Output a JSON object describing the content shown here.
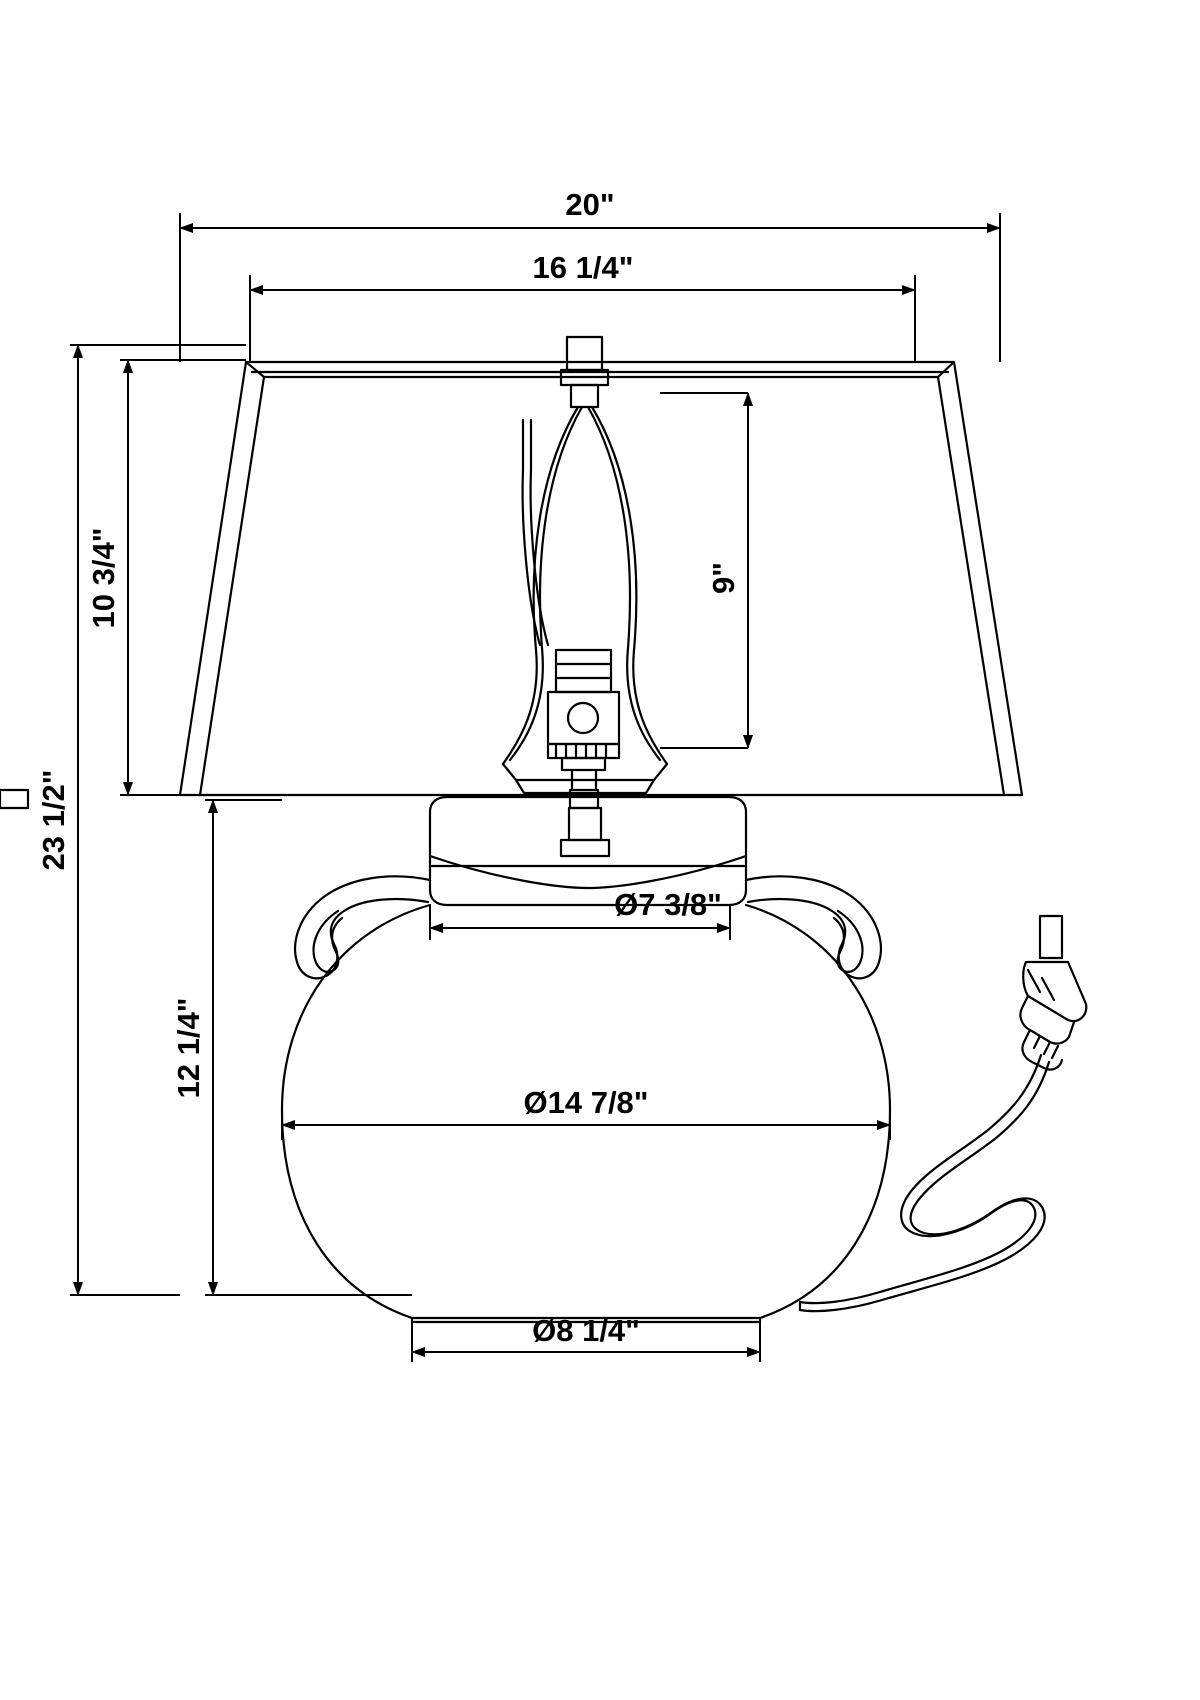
{
  "drawing": {
    "type": "dimensioned-technical-drawing",
    "subject": "table-lamp",
    "units": "inches",
    "background_color": "#ffffff",
    "line_color": "#000000"
  },
  "dimensions": {
    "shade_bottom_width": "20\"",
    "shade_top_width": "16 1/4\"",
    "overall_height": "23 1/2\"",
    "shade_height": "10 3/4\"",
    "harp_height": "9\"",
    "base_height": "12 1/4\"",
    "neck_diameter": "Ø7 3/8\"",
    "body_diameter": "Ø14 7/8\"",
    "foot_diameter": "Ø8 1/4\""
  },
  "parts": {
    "finial": "finial",
    "shade": "lamp-shade",
    "harp": "harp",
    "socket": "socket-with-switch",
    "neck": "base-neck",
    "body": "base-body",
    "handles": "side-handles",
    "foot": "base-foot",
    "cord": "power-cord",
    "plug": "two-prong-plug"
  }
}
